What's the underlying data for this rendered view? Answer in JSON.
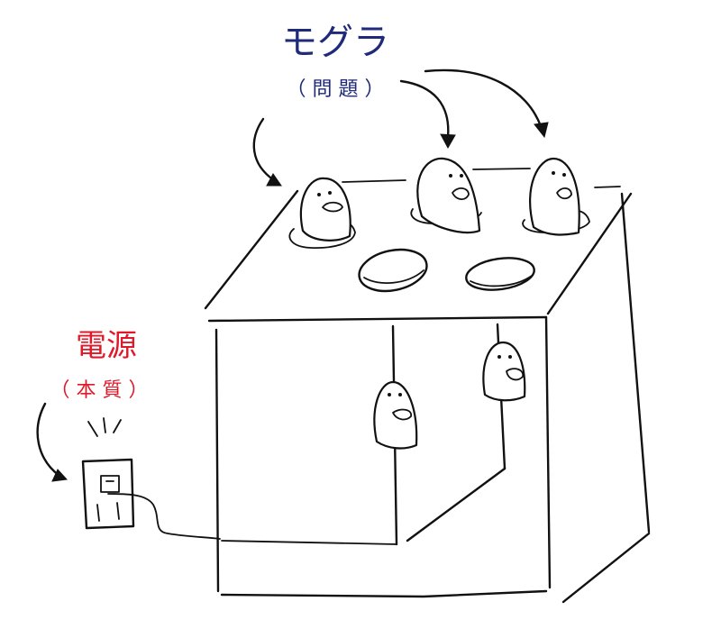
{
  "labels": {
    "moles_title": "モグラ",
    "moles_sub": "（ 問 題 ）",
    "power_title": "電源",
    "power_sub": "（ 本 質 ）"
  },
  "colors": {
    "moles_label": "#1f2a7a",
    "power_label": "#e0192a",
    "ink": "#111111"
  }
}
